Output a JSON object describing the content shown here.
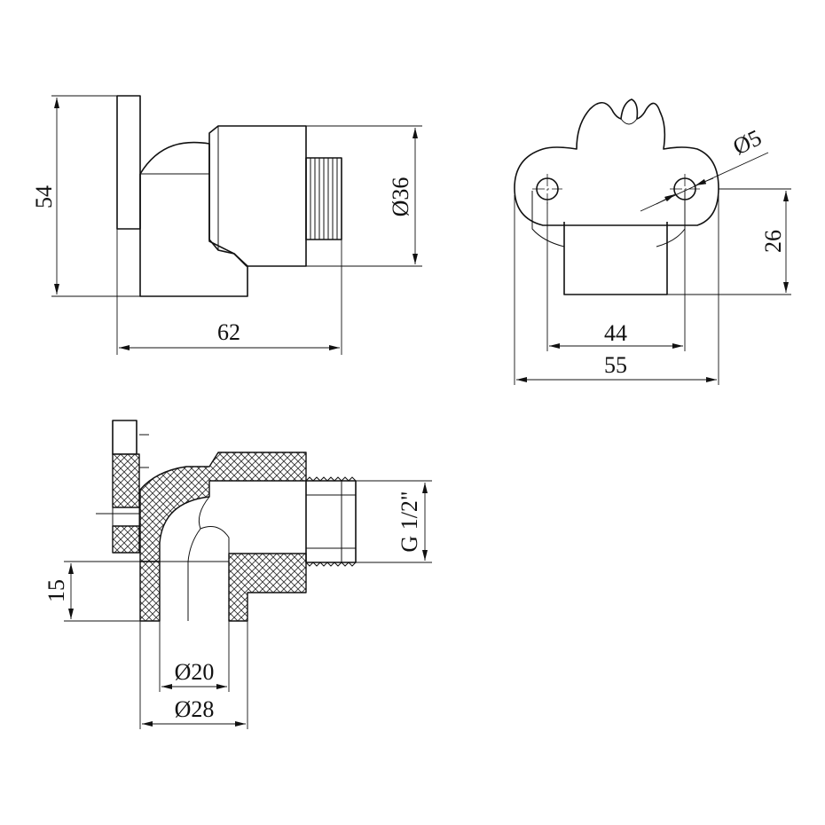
{
  "side_view": {
    "height": "54",
    "length": "62",
    "diameter_outer": "Ø36"
  },
  "front_view": {
    "hole": "Ø5",
    "height": "26",
    "inner_width": "44",
    "total_width": "55"
  },
  "section_view": {
    "thread": "G 1/2\"",
    "depth": "15",
    "diameter_inner": "Ø20",
    "diameter_socket": "Ø28"
  }
}
